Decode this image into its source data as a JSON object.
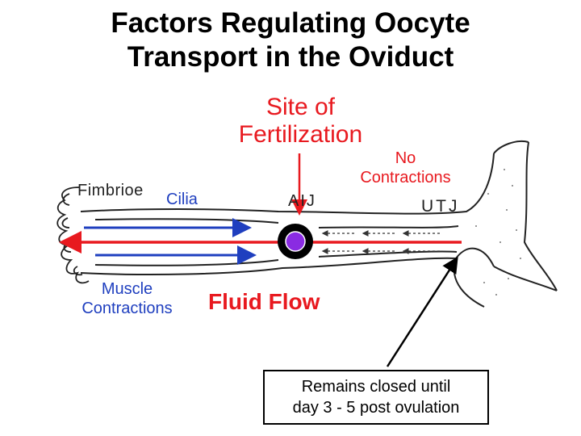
{
  "title": {
    "line1": "Factors Regulating Oocyte",
    "line2": "Transport in the Oviduct"
  },
  "labels": {
    "site_line1": "Site of",
    "site_line2": "Fertilization",
    "no_contractions_line1": "No",
    "no_contractions_line2": "Contractions",
    "cilia": "Cilia",
    "muscle_line1": "Muscle",
    "muscle_line2": "Contractions",
    "fluid_flow": "Fluid Flow",
    "remains_line1": "Remains closed until",
    "remains_line2": "day 3 - 5 post ovulation"
  },
  "diagram_text": {
    "fimbriae": "Fimbrioe",
    "aij": "AIJ",
    "utj": "UTJ"
  },
  "colors": {
    "red": "#e8191f",
    "blue": "#1f3fbf",
    "oocyte": "#8a2be2"
  }
}
